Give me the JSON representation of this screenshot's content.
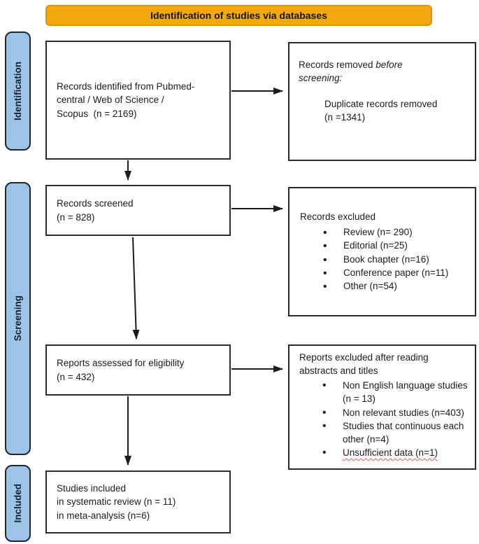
{
  "colors": {
    "banner-bg": "#F3A90E",
    "banner-border": "#E0920A",
    "stage-bg": "#9DC3E6",
    "stage-border": "#1c2733"
  },
  "banner": {
    "title": "Identification of studies via databases"
  },
  "stages": [
    {
      "label": "Identification"
    },
    {
      "label": "Screening"
    },
    {
      "label": "Included"
    }
  ],
  "boxes": {
    "identified": {
      "lines": [
        "Records identified from Pubmed-",
        "central / Web of Science /",
        "Scopus  (n = 2169)"
      ]
    },
    "screened": {
      "lines": [
        "Records screened",
        "(n = 828)"
      ]
    },
    "eligibility": {
      "lines": [
        "Reports assessed for eligibility",
        "(n = 432)"
      ]
    },
    "included": {
      "lines": [
        "Studies included",
        "in systematic review (n = 11)",
        "in meta-analysis (n=6)"
      ]
    },
    "removed_before_screening": {
      "heading_prefix": "Records removed ",
      "heading_italic": "before screening:",
      "lines": [
        "Duplicate records removed",
        "(n =1341)"
      ]
    },
    "records_excluded": {
      "heading": "Records excluded",
      "bullets": [
        "Review (n= 290)",
        "Editorial (n=25)",
        "Book chapter (n=16)",
        "Conference paper (n=11)",
        "Other (n=54)"
      ]
    },
    "reports_excluded": {
      "heading": "Reports excluded after reading abstracts and titles",
      "bullets": [
        "Non English language studies (n = 13)",
        "Non relevant studies (n=403)",
        "Studies that continuous each other (n=4)",
        {
          "text": "Unsufficient data (n=1)",
          "wavy": true
        }
      ]
    }
  }
}
